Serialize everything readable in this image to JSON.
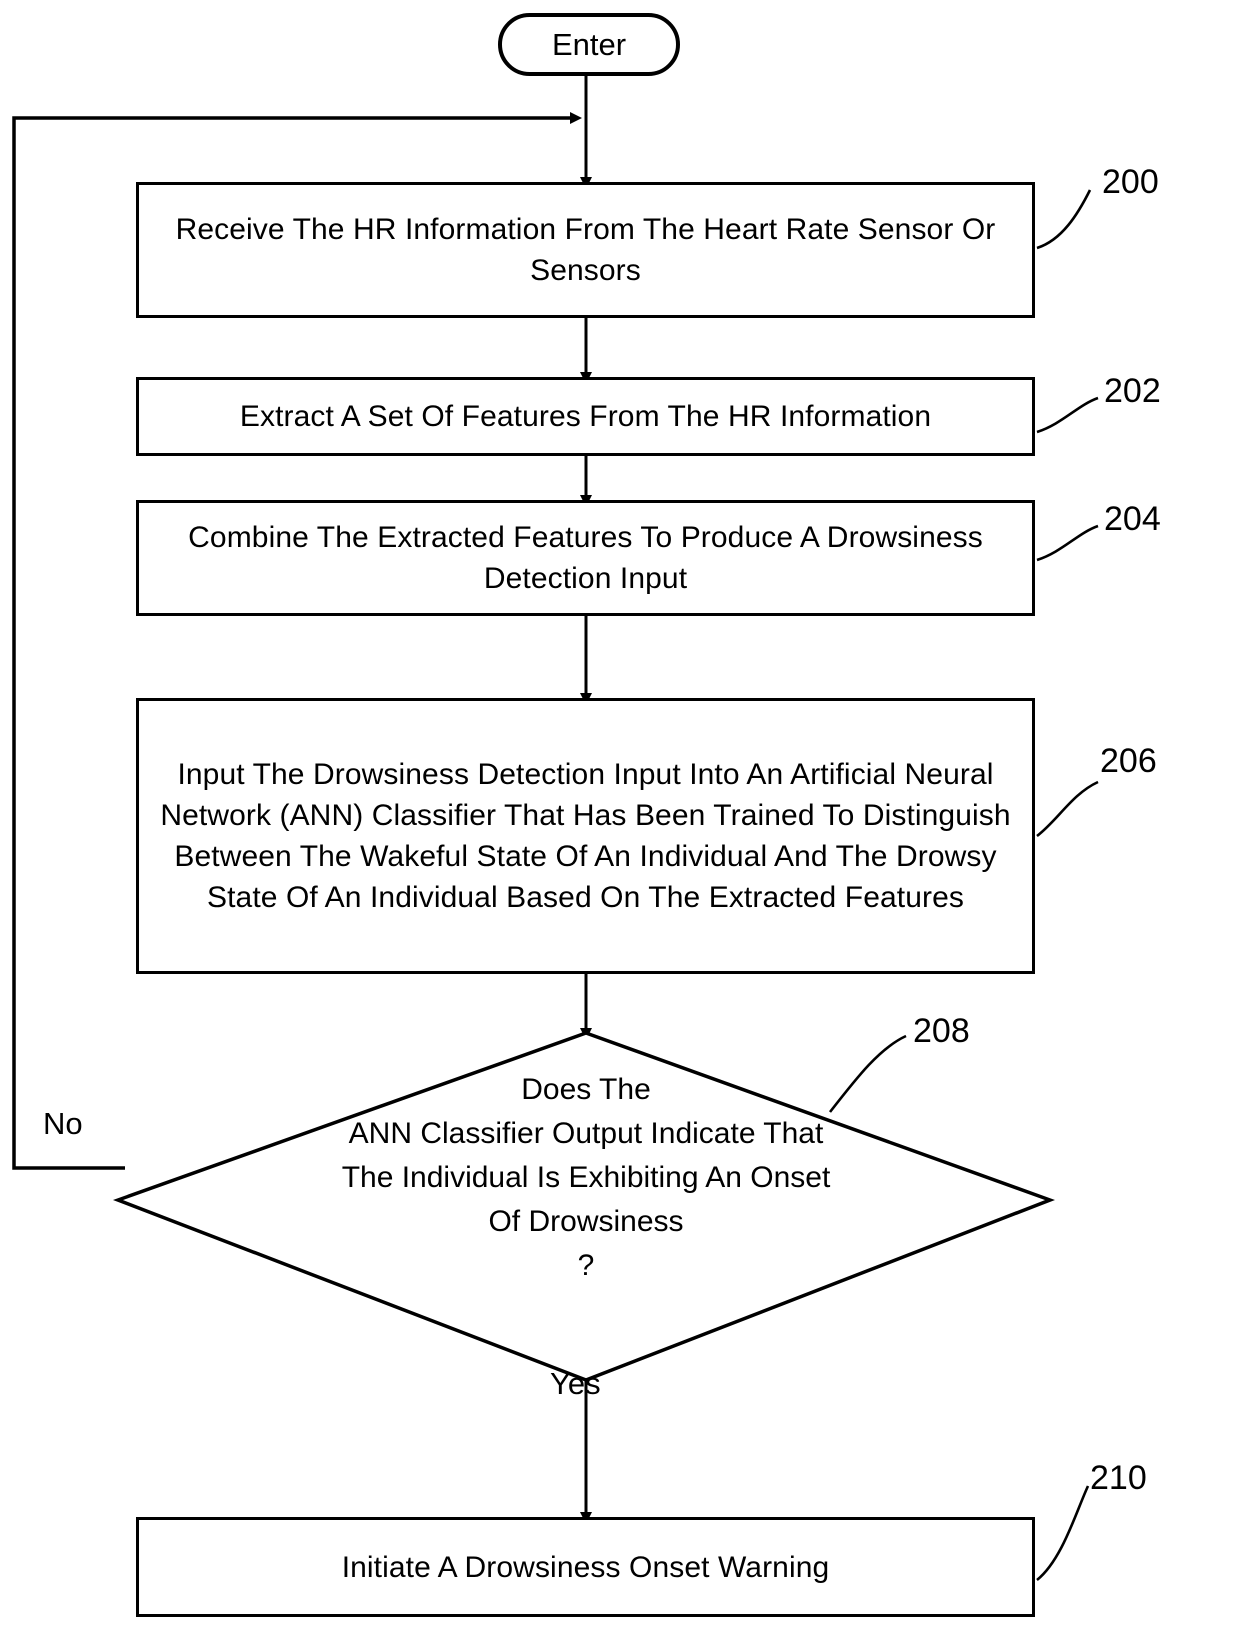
{
  "figure": {
    "type": "flowchart",
    "title": "Drowsiness Detection Method Flowchart"
  },
  "nodes": {
    "start": {
      "shape": "terminator",
      "label": "Enter"
    },
    "step_200": {
      "shape": "process",
      "ref": "200",
      "label": "Receive The HR Information From The Heart Rate Sensor Or Sensors"
    },
    "step_202": {
      "shape": "process",
      "ref": "202",
      "label": "Extract A Set Of Features From The HR Information"
    },
    "step_204": {
      "shape": "process",
      "ref": "204",
      "label": "Combine The Extracted Features To Produce A Drowsiness Detection Input"
    },
    "step_206": {
      "shape": "process",
      "ref": "206",
      "label": "Input The Drowsiness Detection Input Into An Artificial Neural Network (ANN) Classifier That Has Been Trained To Distinguish Between The Wakeful State Of An Individual And The Drowsy State Of An Individual Based On The Extracted Features"
    },
    "decision_208": {
      "shape": "decision",
      "ref": "208",
      "label": "Does The\nANN Classifier Output Indicate That\nThe Individual Is Exhibiting An Onset\nOf Drowsiness\n?"
    },
    "step_210": {
      "shape": "process",
      "ref": "210",
      "label": "Initiate A Drowsiness Onset Warning"
    }
  },
  "edges": {
    "no_label": "No",
    "yes_label": "Yes"
  },
  "colors": {
    "stroke": "#000000",
    "fill": "#ffffff",
    "text": "#000000"
  }
}
